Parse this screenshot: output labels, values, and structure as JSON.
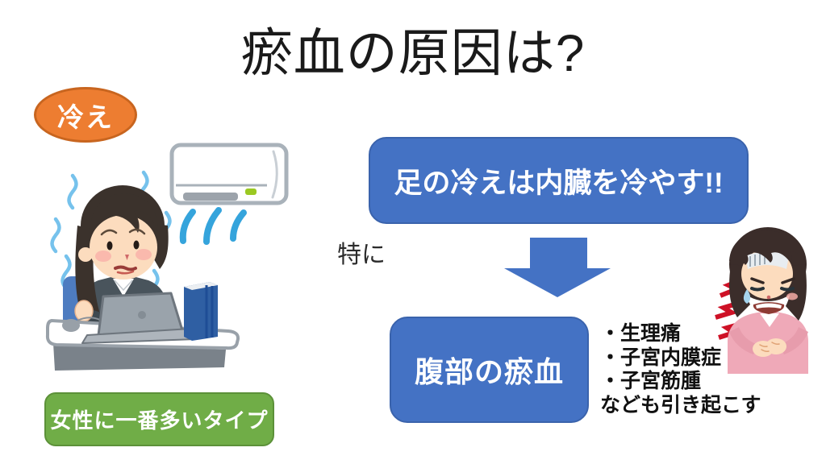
{
  "slide": {
    "title": "瘀血の原因は?",
    "cold_badge": {
      "label": "冷え"
    },
    "statement_box": {
      "label": "足の冷えは内臓を冷やす!!"
    },
    "especially_label": "特に",
    "result_box": {
      "label": "腹部の瘀血"
    },
    "effects_list": {
      "items": [
        "・生理痛",
        "・子宮内膜症",
        "・子宮筋腫"
      ],
      "footer": "なども引き起こす"
    },
    "type_box": {
      "label": "女性に一番多いタイプ"
    }
  },
  "illustrations": {
    "left": "shivering-woman-at-desk-under-air-conditioner",
    "right": "woman-with-stomach-pain"
  },
  "colors": {
    "accent_orange": "#ED7D31",
    "accent_blue": "#4472C4",
    "accent_green": "#70AD47",
    "wind_blue": "#35A4DC",
    "shiver_blue": "#76C2EC",
    "pain_red": "#CE1126",
    "title_text": "#1A1A1A",
    "box_text": "#FFFFFF"
  }
}
